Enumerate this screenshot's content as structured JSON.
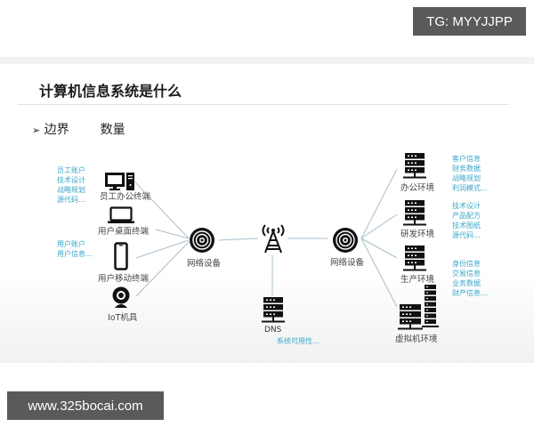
{
  "watermarks": {
    "top": "TG: MYYJJPP",
    "bottom": "www.325bocai.com"
  },
  "slide": {
    "title": "计算机信息系统是什么",
    "bullet": {
      "marker": "➢",
      "item1": "边界",
      "item2": "数量"
    }
  },
  "diagram": {
    "left_nodes": [
      {
        "icon": "desktop-computer-icon",
        "label": "员工办公终端"
      },
      {
        "icon": "laptop-icon",
        "label": "用户桌面终端"
      },
      {
        "icon": "smartphone-icon",
        "label": "用户移动终端"
      },
      {
        "icon": "webcam-icon",
        "label": "IoT机具"
      }
    ],
    "left_notes": [
      {
        "lines": [
          "员工账户",
          "技术设计",
          "战略规划",
          "源代码..."
        ]
      },
      {
        "lines": [
          "用户账户",
          "用户信息..."
        ]
      }
    ],
    "network_left": {
      "icon": "network-device-icon",
      "label": "网络设备"
    },
    "tower": {
      "icon": "radio-tower-icon"
    },
    "network_right": {
      "icon": "network-device-icon",
      "label": "网络设备"
    },
    "dns": {
      "icon": "server-icon",
      "label": "DNS",
      "note": "系统可用性..."
    },
    "right_nodes": [
      {
        "icon": "server-icon",
        "label": "办公环境",
        "note": [
          "客户信息",
          "财务数据",
          "战略规划",
          "利润模式..."
        ]
      },
      {
        "icon": "server-icon",
        "label": "研发环境",
        "note": [
          "技术设计",
          "产品配方",
          "技术图纸",
          "源代码..."
        ]
      },
      {
        "icon": "server-icon",
        "label": "生产环境",
        "note": [
          "身份信息",
          "交易信息",
          "业务数据",
          "财产信息..."
        ]
      },
      {
        "icon": "virtual-machine-servers-icon",
        "label": "虚拟机环境"
      }
    ],
    "colors": {
      "line": "#a9bfca",
      "note": "#3aa7c9",
      "icon": "#111111"
    }
  }
}
